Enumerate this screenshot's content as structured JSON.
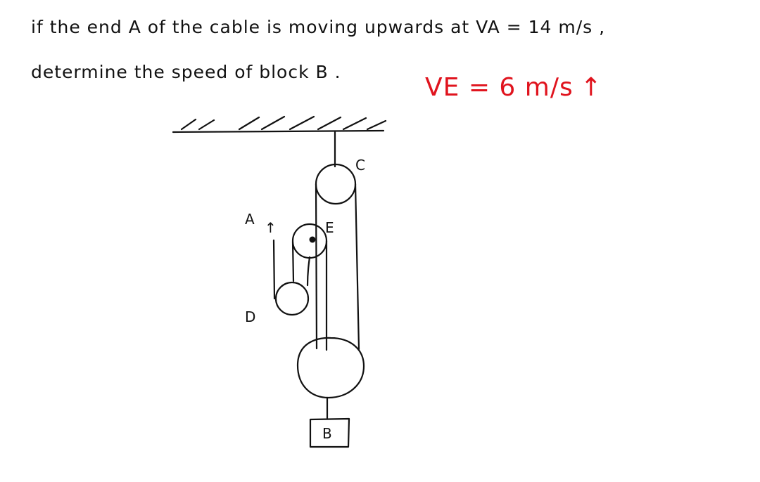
{
  "problem": {
    "line1": "if the end A of the cable is moving upwards at VA = 14 m/s ,",
    "line2": "determine the speed of block B ."
  },
  "answer": {
    "text": "VE = 6 m/s",
    "arrow": "↑",
    "color": "#e0141e"
  },
  "labels": {
    "A": "A",
    "B": "B",
    "C": "C",
    "D": "D",
    "E": "E",
    "A_arrow": "↑"
  }
}
